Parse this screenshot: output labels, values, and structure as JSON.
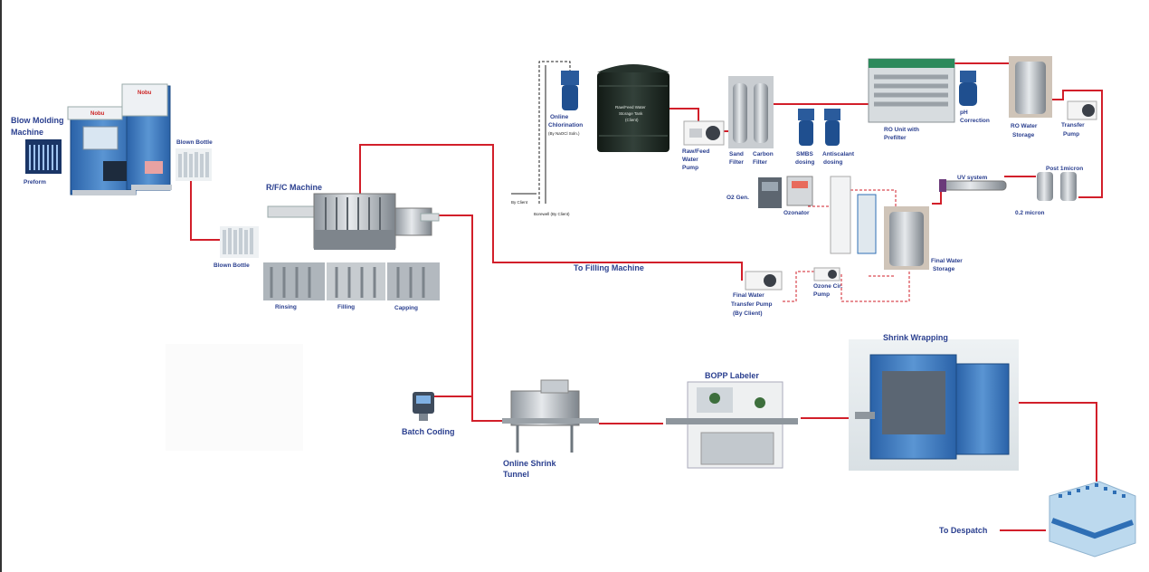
{
  "labels": {
    "blow_molding_1": "Blow Molding",
    "blow_molding_2": "Machine",
    "preform": "Preform",
    "blown_bottle_top": "Blown Bottle",
    "blown_bottle_bottom": "Blown Bottle",
    "rfc_machine": "R/F/C Machine",
    "rinsing": "Rinsing",
    "filling": "Filling",
    "capping": "Capping",
    "to_filling_machine": "To Filling Machine",
    "online_chlorination_1": "Online",
    "online_chlorination_2": "Chlorination",
    "online_chlorination_3": "(By NaOCl Soln.)",
    "tank_1": "Raw/Feed Water",
    "tank_2": "Storage Tank",
    "tank_3": "(Client)",
    "by_client_1": "By Client",
    "by_client_2": "Borewell (By Client)",
    "raw_feed_pump_1": "Raw/Feed",
    "raw_feed_pump_2": "Water",
    "raw_feed_pump_3": "Pump",
    "sand_filter_1": "Sand",
    "sand_filter_2": "Filter",
    "carbon_filter_1": "Carbon",
    "carbon_filter_2": "Filter",
    "smbs_1": "SMBS",
    "smbs_2": "dosing",
    "antiscalant_1": "Antiscalant",
    "antiscalant_2": "dosing",
    "ro_unit_1": "RO Unit with",
    "ro_unit_2": "Prefilter",
    "ph_1": "pH",
    "ph_2": "Correction",
    "ro_storage_1": "RO Water",
    "ro_storage_2": "Storage",
    "transfer_pump_1": "Transfer",
    "transfer_pump_2": "Pump",
    "uv_system": "UV system",
    "post_micron": "Post 1micron",
    "micron_02": "0.2 micron",
    "o2_gen": "O2 Gen.",
    "ozonator": "Ozonator",
    "final_storage_1": "Final Water",
    "final_storage_2": "Storage",
    "ozone_pump_1": "Ozone Cir.",
    "ozone_pump_2": "Pump",
    "final_transfer_1": "Final Water",
    "final_transfer_2": "Transfer Pump",
    "final_transfer_3": "(By Client)",
    "shrink_wrapping": "Shrink Wrapping",
    "bopp_labeler": "BOPP Labeler",
    "batch_coding": "Batch Coding",
    "shrink_tunnel_1": "Online Shrink",
    "shrink_tunnel_2": "Tunnel",
    "to_despatch": "To Despatch",
    "machine_brand": "Nobu"
  },
  "colors": {
    "flow_line": "#d21f2a",
    "label_text": "#2a3f8f",
    "machine_blue": "#2f6fb5",
    "steel": "#b9bec4",
    "tank_dark": "#1f2a24"
  }
}
